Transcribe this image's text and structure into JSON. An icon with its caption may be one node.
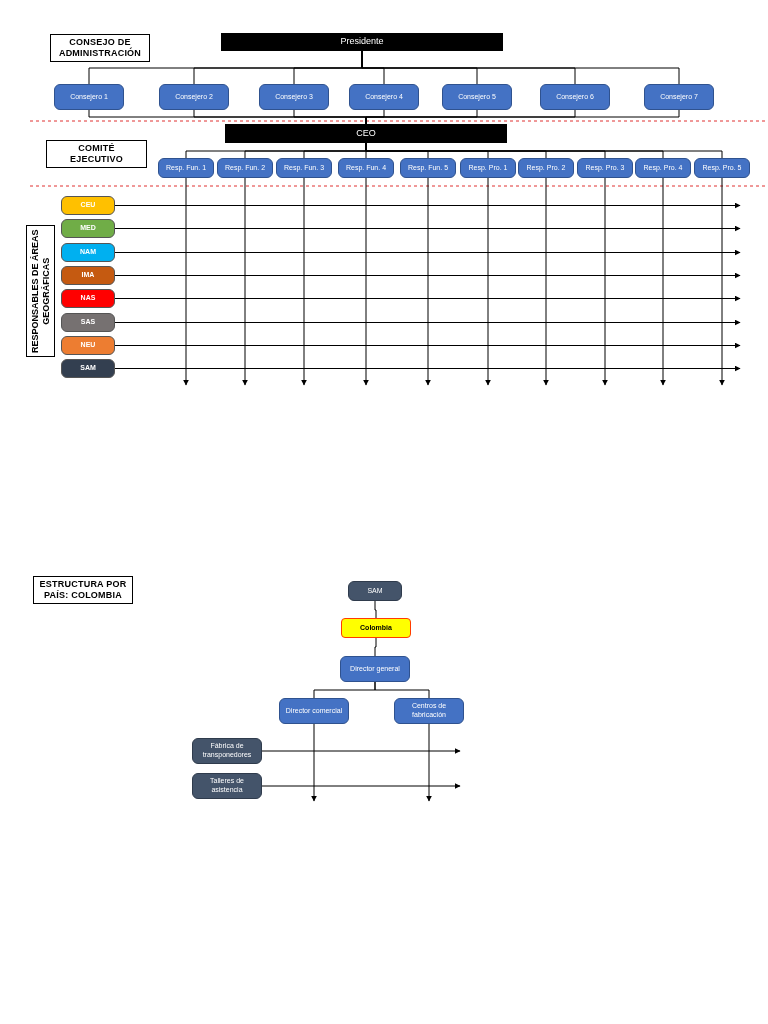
{
  "diagram": {
    "nodes": [
      {
        "text": [
          "CONSEJO DE ADMINISTRACIÓN"
        ]
      },
      {
        "text": [
          "Presidente"
        ]
      },
      {
        "text": [
          "Consejero 1"
        ]
      },
      {
        "text": [
          "Consejero 2"
        ]
      },
      {
        "text": [
          "Consejero 3"
        ]
      },
      {
        "text": [
          "Consejero 4"
        ]
      },
      {
        "text": [
          "Consejero 5"
        ]
      },
      {
        "text": [
          "Consejero 6"
        ]
      },
      {
        "text": [
          "Consejero 7"
        ]
      },
      {
        "text": [
          "COMITÉ EJECUTIVO"
        ]
      },
      {
        "text": [
          "CEO"
        ]
      },
      {
        "text": [
          "Resp. Fun. 1"
        ]
      },
      {
        "text": [
          "Resp. Fun. 2"
        ]
      },
      {
        "text": [
          "Resp. Fun. 3"
        ]
      },
      {
        "text": [
          "Resp. Fun. 4"
        ]
      },
      {
        "text": [
          "Resp. Fun. 5"
        ]
      },
      {
        "text": [
          "Resp. Pro. 1"
        ]
      },
      {
        "text": [
          "Resp. Pro. 2"
        ]
      },
      {
        "text": [
          "Resp. Pro. 3"
        ]
      },
      {
        "text": [
          "Resp. Pro. 4"
        ]
      },
      {
        "text": [
          "Resp. Pro. 5"
        ]
      },
      {
        "text": [
          "RESPONSABLES DE ÁREAS GEOGRÁFICAS"
        ]
      },
      {
        "text": [
          "CEU"
        ]
      },
      {
        "text": [
          "MED"
        ]
      },
      {
        "text": [
          "NAM"
        ]
      },
      {
        "text": [
          "IMA"
        ]
      },
      {
        "text": [
          "NAS"
        ]
      },
      {
        "text": [
          "SAS"
        ]
      },
      {
        "text": [
          "NEU"
        ]
      },
      {
        "text": [
          "SAM"
        ]
      },
      {
        "text": [
          "ESTRUCTURA POR PAÍS: COLOMBIA"
        ]
      },
      {
        "text": [
          "SAM"
        ]
      },
      {
        "text": [
          "Colombia"
        ]
      },
      {
        "text": [
          "Director general"
        ]
      },
      {
        "text": [
          "Director comercial"
        ]
      },
      {
        "text": [
          "Centros de fabricación"
        ]
      },
      {
        "text": [
          "Fábrica de transponedores"
        ]
      },
      {
        "text": [
          "Talleres de asistencia"
        ]
      }
    ],
    "edges": [
      {
        "from": 1,
        "to": 2,
        "arrow": "none"
      },
      {
        "from": 1,
        "to": 3,
        "arrow": "none"
      },
      {
        "from": 1,
        "to": 4,
        "arrow": "none"
      },
      {
        "from": 1,
        "to": 5,
        "arrow": "none"
      },
      {
        "from": 1,
        "to": 6,
        "arrow": "none"
      },
      {
        "from": 1,
        "to": 7,
        "arrow": "none"
      },
      {
        "from": 1,
        "to": 8,
        "arrow": "none"
      },
      {
        "from": 2,
        "to": 10,
        "arrow": "none"
      },
      {
        "from": 3,
        "to": 10,
        "arrow": "none"
      },
      {
        "from": 4,
        "to": 10,
        "arrow": "none"
      },
      {
        "from": 5,
        "to": 10,
        "arrow": "none"
      },
      {
        "from": 6,
        "to": 10,
        "arrow": "none"
      },
      {
        "from": 7,
        "to": 10,
        "arrow": "none"
      },
      {
        "from": 8,
        "to": 10,
        "arrow": "none"
      },
      {
        "from": 10,
        "to": 11,
        "arrow": "none"
      },
      {
        "from": 10,
        "to": 12,
        "arrow": "none"
      },
      {
        "from": 10,
        "to": 13,
        "arrow": "none"
      },
      {
        "from": 10,
        "to": 14,
        "arrow": "none"
      },
      {
        "from": 10,
        "to": 15,
        "arrow": "none"
      },
      {
        "from": 10,
        "to": 16,
        "arrow": "none"
      },
      {
        "from": 10,
        "to": 17,
        "arrow": "none"
      },
      {
        "from": 10,
        "to": 18,
        "arrow": "none"
      },
      {
        "from": 10,
        "to": 19,
        "arrow": "none"
      },
      {
        "from": 10,
        "to": 20,
        "arrow": "none"
      },
      {
        "from": 11,
        "to": null,
        "arrow": "to"
      },
      {
        "from": 12,
        "to": null,
        "arrow": "to"
      },
      {
        "from": 13,
        "to": null,
        "arrow": "to"
      },
      {
        "from": 14,
        "to": null,
        "arrow": "to"
      },
      {
        "from": 15,
        "to": null,
        "arrow": "to"
      },
      {
        "from": 16,
        "to": null,
        "arrow": "to"
      },
      {
        "from": 17,
        "to": null,
        "arrow": "to"
      },
      {
        "from": 18,
        "to": null,
        "arrow": "to"
      },
      {
        "from": 19,
        "to": null,
        "arrow": "to"
      },
      {
        "from": 20,
        "to": null,
        "arrow": "to"
      },
      {
        "from": 22,
        "to": null,
        "arrow": "to"
      },
      {
        "from": 23,
        "to": null,
        "arrow": "to"
      },
      {
        "from": 24,
        "to": null,
        "arrow": "to"
      },
      {
        "from": 25,
        "to": null,
        "arrow": "to"
      },
      {
        "from": 26,
        "to": null,
        "arrow": "to"
      },
      {
        "from": 27,
        "to": null,
        "arrow": "to"
      },
      {
        "from": 28,
        "to": null,
        "arrow": "to"
      },
      {
        "from": 29,
        "to": null,
        "arrow": "to"
      },
      {
        "from": 31,
        "to": 32,
        "arrow": "none"
      },
      {
        "from": 32,
        "to": 33,
        "arrow": "none"
      },
      {
        "from": 33,
        "to": 34,
        "arrow": "none"
      },
      {
        "from": 33,
        "to": 35,
        "arrow": "none"
      },
      {
        "from": 34,
        "to": null,
        "arrow": "to"
      },
      {
        "from": 35,
        "to": null,
        "arrow": "to"
      },
      {
        "from": 36,
        "to": null,
        "arrow": "to"
      },
      {
        "from": 37,
        "to": null,
        "arrow": "to"
      }
    ]
  }
}
